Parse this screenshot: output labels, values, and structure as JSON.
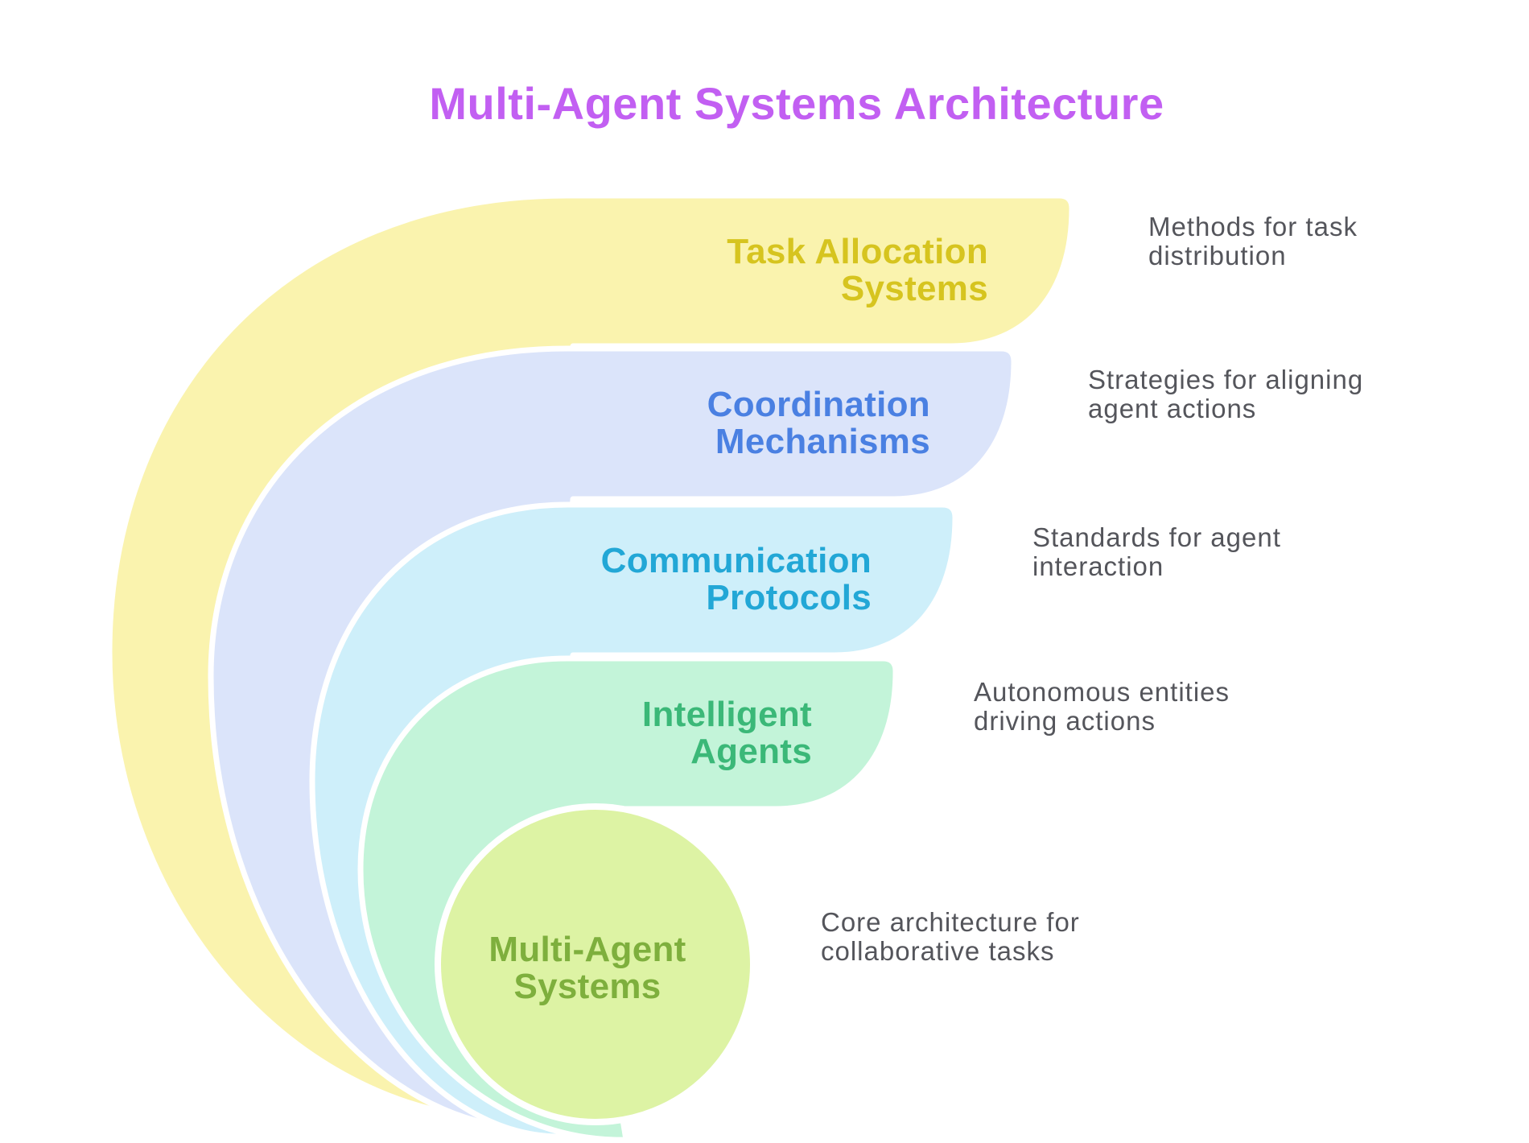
{
  "title": {
    "text": "Multi-Agent Systems Architecture",
    "color": "#c25ff2"
  },
  "layers": [
    {
      "name": "task-allocation-systems",
      "label_line1": "Task Allocation",
      "label_line2": "Systems",
      "description_line1": "Methods for task",
      "description_line2": "distribution",
      "fill_color": "#faf3ae",
      "label_color": "#d6c41f"
    },
    {
      "name": "coordination-mechanisms",
      "label_line1": "Coordination",
      "label_line2": "Mechanisms",
      "description_line1": "Strategies for aligning",
      "description_line2": "agent actions",
      "fill_color": "#dbe4fa",
      "label_color": "#4a80e2"
    },
    {
      "name": "communication-protocols",
      "label_line1": "Communication",
      "label_line2": "Protocols",
      "description_line1": "Standards for agent",
      "description_line2": "interaction",
      "fill_color": "#ceeffa",
      "label_color": "#22a7d6"
    },
    {
      "name": "intelligent-agents",
      "label_line1": "Intelligent",
      "label_line2": "Agents",
      "description_line1": "Autonomous entities",
      "description_line2": "driving actions",
      "fill_color": "#c3f4d9",
      "label_color": "#3bb878"
    },
    {
      "name": "multi-agent-systems-core",
      "label_line1": "Multi-Agent",
      "label_line2": "Systems",
      "description_line1": "Core architecture for",
      "description_line2": "collaborative tasks",
      "fill_color": "#ddf3a4",
      "label_color": "#7eaf3d"
    }
  ],
  "description_color": "#54555b",
  "separator_color": "#ffffff",
  "background_color": "#ffffff"
}
